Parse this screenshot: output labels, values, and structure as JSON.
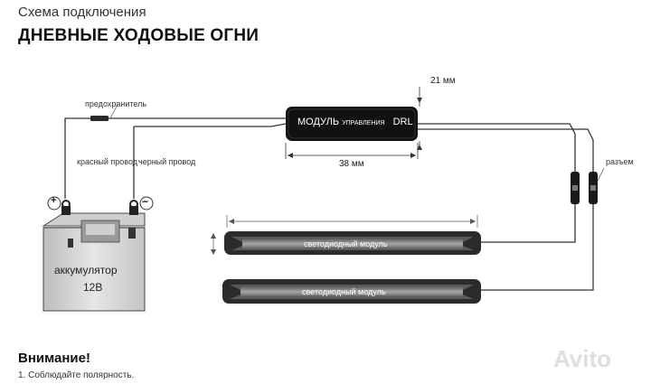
{
  "header": {
    "subtitle": "Схема подключения",
    "title": "ДНЕВНЫЕ ХОДОВЫЕ ОГНИ"
  },
  "labels": {
    "fuse": "предохранитель",
    "red_wire": "красный провод",
    "black_wire": "черный провод",
    "connector": "разъем",
    "battery_line1": "аккумулятор",
    "battery_line2": "12В",
    "plus_symbol": "+",
    "minus_symbol": "−"
  },
  "module": {
    "main_text": "МОДУЛЬ",
    "small_text": "УПРАВЛЕНИЯ",
    "suffix": "DRL",
    "height_label": "21 мм",
    "width_label": "38 мм"
  },
  "led_modules": [
    {
      "label": "светодиодный модуль"
    },
    {
      "label": "светодиодный модуль"
    }
  ],
  "notice": {
    "title": "Внимание!",
    "items": [
      "1. Соблюдайте полярность."
    ]
  },
  "watermark": "Avito",
  "colors": {
    "wire": "#333333",
    "module_fill": "#111111",
    "led_outer": "#2b2b2b",
    "led_inner": "#8a8a8a",
    "battery_body": "#d9d9d9"
  }
}
